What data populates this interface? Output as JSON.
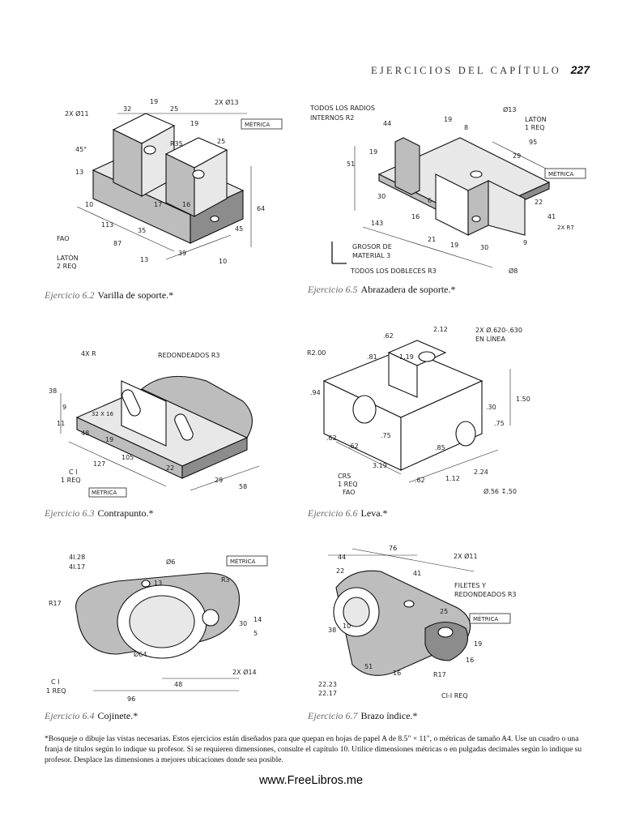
{
  "header": {
    "title": "EJERCICIOS DEL CAPÍTULO",
    "page_number": "227"
  },
  "exercises": [
    {
      "number": "Ejercicio 6.2",
      "title": "Varilla de soporte.*",
      "labels": {
        "holes_left": "2X Ø11",
        "holes_right": "2X Ø13",
        "units": "MÉTRICA",
        "d1": "32",
        "d2": "19",
        "d3": "25",
        "d4": "19",
        "d5": "25",
        "radius": "R35",
        "angle": "45°",
        "d6": "13",
        "d7": "10",
        "d8": "113",
        "d9": "35",
        "d10": "17",
        "d11": "16",
        "d12": "45",
        "d13": "64",
        "d14": "87",
        "d15": "13",
        "d16": "39",
        "d17": "10",
        "note1": "FAO",
        "material": "LATÓN",
        "qty": "2 REQ"
      }
    },
    {
      "number": "Ejercicio 6.5",
      "title": "Abrazadera de soporte.*",
      "labels": {
        "note_top_1": "TODOS LOS RADIOS",
        "note_top_2": "INTERNOS R2",
        "hole": "Ø13",
        "material": "LATÓN",
        "qty": "1 REQ",
        "units": "MÉTRICA",
        "d1": "44",
        "d2": "19",
        "d3": "8",
        "d4": "95",
        "d5": "29",
        "d6": "51",
        "d7": "19",
        "d8": "30",
        "d9": "6",
        "d10": "16",
        "d11": "22",
        "d12": "41",
        "d13": "143",
        "d14": "21",
        "d15": "19",
        "d16": "30",
        "d17": "9",
        "radius": "2X R7",
        "thk_1": "GROSOR DE",
        "thk_2": "MATERIAL 3",
        "bends": "TODOS LOS DOBLECES R3",
        "hole2": "Ø8"
      }
    },
    {
      "number": "Ejercicio 6.3",
      "title": "Contrapunto.*",
      "labels": {
        "radius": "4X R",
        "rounds": "REDONDEADOS R3",
        "d1": "38",
        "d2": "9",
        "d3": "11",
        "d4": "48",
        "d5": "19",
        "d6": "127",
        "d7": "105",
        "d8": "22",
        "d9": "29",
        "d10": "58",
        "slot": "32 X 16",
        "note1": "C I",
        "qty": "1 REQ",
        "units": "MÉTRICA"
      }
    },
    {
      "number": "Ejercicio 6.6",
      "title": "Leva.*",
      "labels": {
        "d1": "2.12",
        "d2": ".62",
        "holes_1": "2X Ø.620-.630",
        "holes_2": "EN LÍNEA",
        "radius": "R2.00",
        "d3": ".81",
        "d4": "1.19",
        "d5": ".94",
        "d6": "1.50",
        "d7": ".62",
        "d8": ".62",
        "d9": ".75",
        "d10": ".30",
        "d11": ".75",
        "d12": ".85",
        "d13": "3.19",
        "d14": ".62",
        "d15": "1.12",
        "d16": "2.24",
        "note1": "CRS",
        "qty": "1 REQ",
        "note2": "FAO",
        "hole2": "Ø.56 ↧.50"
      }
    },
    {
      "number": "Ejercicio 6.4",
      "title": "Cojinete.*",
      "labels": {
        "bore_1": "4I.28",
        "bore_2": "4I.17",
        "hole": "Ø6",
        "units": "MÉTRICA",
        "r1": "R3",
        "r2": "R17",
        "d1": "13",
        "d2": "30",
        "d3": "14",
        "d4": "5",
        "d5": "Ø64",
        "holes": "2X Ø14",
        "d6": "48",
        "d7": "96",
        "note1": "C I",
        "qty": "1 REQ"
      }
    },
    {
      "number": "Ejercicio 6.7",
      "title": "Brazo índice.*",
      "labels": {
        "d1": "44",
        "d2": "76",
        "holes": "2X Ø11",
        "d3": "22",
        "d4": "41",
        "fillets_1": "FILETES Y",
        "fillets_2": "REDONDEADOS R3",
        "units": "MÉTRICA",
        "d5": "25",
        "d6": "38",
        "d7": "10",
        "d8": "19",
        "d9": "51",
        "d10": "16",
        "d11": "16",
        "radius": "R17",
        "bore_1": "22.23",
        "bore_2": "22.17",
        "note1": "CI-I REQ"
      }
    }
  ],
  "footnote": "*Bosqueje o dibuje las vistas necesarias. Estos ejercicios están diseñados para que quepan en hojas de papel A de 8.5\" × 11\", o métricas de tamaño A4. Use un cuadro o una franja de títulos según lo indique su profesor. Si se requieren dimensiones, consulte el capítulo 10. Utilice dimensiones métricas o en pulgadas decimales según lo indique su profesor. Desplace las dimensiones a mejores ubicaciones donde sea posible.",
  "site": "www.FreeLibros.me"
}
